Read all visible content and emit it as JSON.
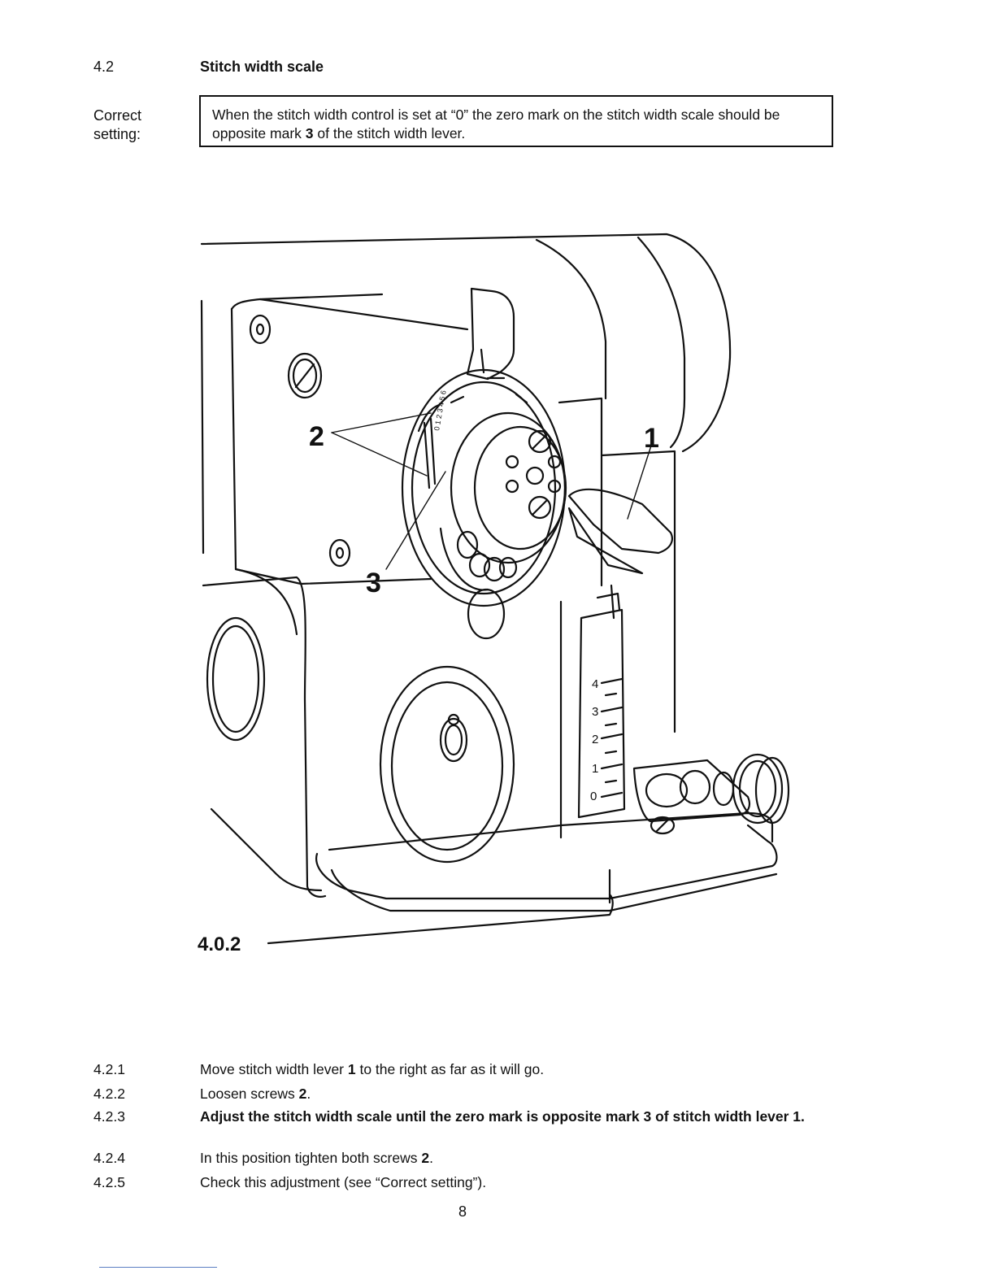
{
  "section": {
    "number": "4.2",
    "title": "Stitch width scale"
  },
  "correct_setting": {
    "label": "Correct setting:",
    "text_1": "When the stitch width control is set at “0” the zero mark on the stitch width scale should be opposite mark ",
    "mark": "3",
    "text_2": " of the stitch width lever."
  },
  "figure": {
    "label": "4.0.2",
    "callouts": [
      "1",
      "2",
      "3"
    ],
    "scale_ticks": [
      "0",
      "1",
      "2",
      "3",
      "4"
    ]
  },
  "steps": [
    {
      "num": "4.2.1",
      "text_1": "Move stitch width lever ",
      "ref": "1",
      "text_2": " to the right as far as it will go."
    },
    {
      "num": "4.2.2",
      "text_1": "Loosen screws ",
      "ref": "2",
      "text_2": "."
    },
    {
      "num": "4.2.3",
      "text_1": "Adjust the stitch width scale until the zero mark is opposite mark 3 of stitch width lever 1.",
      "ref": "",
      "text_2": ""
    },
    {
      "num": "4.2.4",
      "text_1": "In this position tighten both screws ",
      "ref": "2",
      "text_2": "."
    },
    {
      "num": "4.2.5",
      "text_1": "Check this adjustment (see “Correct setting”).",
      "ref": "",
      "text_2": ""
    }
  ],
  "page_number": "8"
}
